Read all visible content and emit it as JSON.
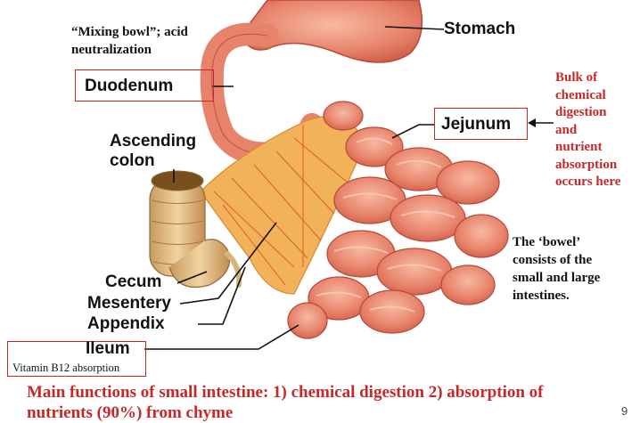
{
  "labels": {
    "stomach": "Stomach",
    "duodenum": "Duodenum",
    "jejunum": "Jejunum",
    "ascending_colon_1": "Ascending",
    "ascending_colon_2": "colon",
    "cecum": "Cecum",
    "mesentery": "Mesentery",
    "appendix": "Appendix",
    "ileum": "Ileum"
  },
  "annotations": {
    "duodenum_note_1": "“Mixing  bowl”; acid",
    "duodenum_note_2": "neutralization",
    "jejunum_note": [
      "Bulk of",
      "chemical",
      "digestion",
      "and",
      "nutrient",
      "absorption",
      "occurs here"
    ],
    "bowel_note": [
      "The ‘bowel’",
      "consists of the",
      "small and large",
      "intestines."
    ],
    "ileum_note": "Vitamin B12 absorption"
  },
  "footer": {
    "line1": "Main functions of small intestine: 1) chemical digestion 2) absorption of",
    "line2": "nutrients (90%) from chyme",
    "page_number": "9"
  },
  "colors": {
    "accent_red": "#c62828",
    "intestine": "#e8836b",
    "mesentery": "#f2b25a"
  }
}
